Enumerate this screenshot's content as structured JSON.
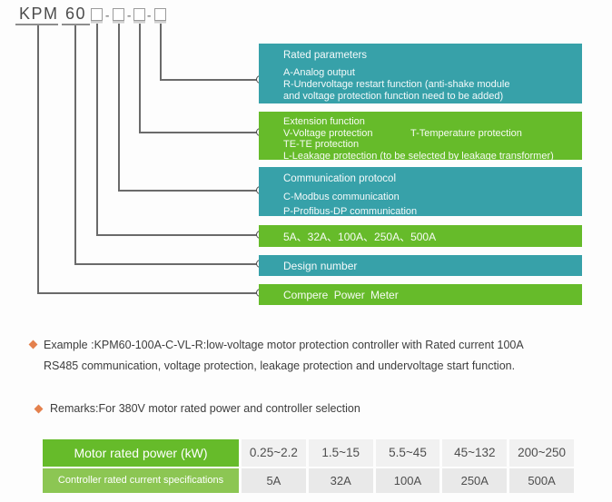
{
  "model_code": {
    "prefix": "KPM",
    "design_number": "60",
    "separator": "-"
  },
  "colors": {
    "teal": "#37a1a9",
    "green": "#66bb2a",
    "green_light": "#8cc653",
    "accent_orange": "#e4814d"
  },
  "legend": {
    "rated_parameters": {
      "title": "Rated parameters",
      "item1": "A-Analog output",
      "item2_line1": "R-Undervoltage restart function (anti-shake module",
      "item2_line2": "and voltage protection function need to be added)"
    },
    "extension_function": {
      "title": "Extension function",
      "item_v": "V-Voltage protection",
      "item_t": "T-Temperature protection",
      "item_te": "TE-TE protection",
      "item_l": "L-Leakage protection (to be selected by leakage transformer)"
    },
    "communication_protocol": {
      "title": "Communication protocol",
      "item_c": "C-Modbus communication",
      "item_p": "P-Profibus-DP communication"
    },
    "current_ratings": {
      "text": "5A、32A、100A、250A、500A"
    },
    "design_number": {
      "text": "Design number"
    },
    "product_name": {
      "text": "Compere Power Meter"
    }
  },
  "example": {
    "line1": "Example :KPM60-100A-C-VL-R:low-voltage motor protection controller with Rated current 100A",
    "line2": "RS485 communication, voltage protection, leakage protection and undervoltage start function."
  },
  "remarks": "Remarks:For 380V motor rated power and controller selection",
  "table": {
    "power_label": "Motor rated power (kW)",
    "power_values": [
      "0.25~2.2",
      "1.5~15",
      "5.5~45",
      "45~132",
      "200~250"
    ],
    "current_label": "Controller rated current specifications",
    "current_values": [
      "5A",
      "32A",
      "100A",
      "250A",
      "500A"
    ]
  }
}
